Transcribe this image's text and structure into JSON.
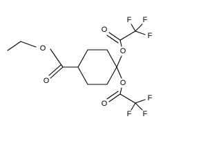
{
  "molecule": {
    "atoms": {
      "ester_carbonyl_O": "O",
      "ester_ether_O": "O",
      "tfa1_ring_O": "O",
      "tfa1_carbonyl_O": "O",
      "tfa1_F_top_left": "F",
      "tfa1_F_top_right": "F",
      "tfa1_F_right": "F",
      "tfa2_ring_O": "O",
      "tfa2_carbonyl_O": "O",
      "tfa2_F_right": "F",
      "tfa2_F_bottom_left": "F",
      "tfa2_F_bottom_right": "F"
    }
  }
}
